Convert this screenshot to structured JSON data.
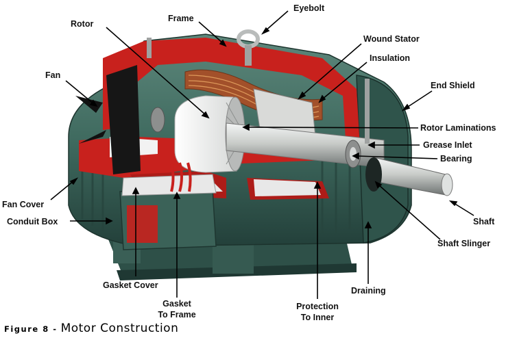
{
  "caption": {
    "figure": "Figure 8 -",
    "title": "Motor Construction"
  },
  "labels": {
    "eyebolt": "Eyebolt",
    "frame": "Frame",
    "rotor": "Rotor",
    "wound_stator": "Wound Stator",
    "insulation": "Insulation",
    "fan": "Fan",
    "end_shield": "End Shield",
    "rotor_laminations": "Rotor Laminations",
    "grease_inlet": "Grease Inlet",
    "bearing": "Bearing",
    "fan_cover": "Fan Cover",
    "conduit_box": "Conduit Box",
    "shaft": "Shaft",
    "shaft_slinger": "Shaft Slinger",
    "gasket_cover": "Gasket Cover",
    "gasket_to_frame_1": "Gasket",
    "gasket_to_frame_2": "To Frame",
    "draining": "Draining",
    "protection_1": "Protection",
    "protection_2": "To Inner"
  },
  "colors": {
    "housing": "#3f6a5f",
    "housing_dark": "#2a4a42",
    "cutaway": "#c8211d",
    "windings": "#a2502a",
    "steel": "#c9ccc9"
  }
}
